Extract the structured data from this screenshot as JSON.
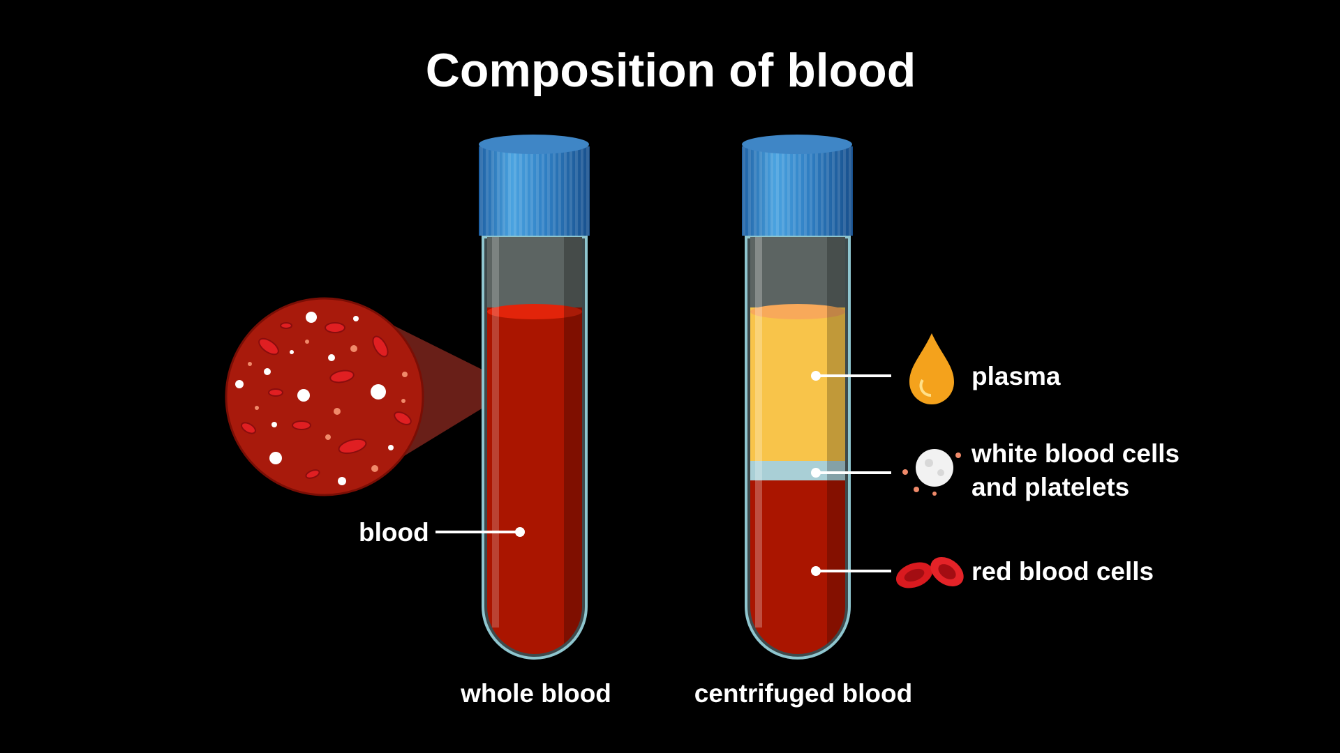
{
  "title": "Composition of blood",
  "tubes": [
    {
      "caption": "whole blood",
      "label": "blood"
    },
    {
      "caption": "centrifuged blood"
    }
  ],
  "layers": [
    {
      "label": "plasma",
      "icon": "plasma-drop-icon"
    },
    {
      "label_line1": "white blood cells",
      "label_line2": "and platelets",
      "icon": "white-blood-cell-icon"
    },
    {
      "label": "red blood cells",
      "icon": "red-blood-cells-icon"
    }
  ],
  "colors": {
    "background": "#000000",
    "cap": "#2f7fc4",
    "blood": "#aa1500",
    "plasma": "#f8c44a",
    "buffy_coat": "#a9cfd6"
  }
}
